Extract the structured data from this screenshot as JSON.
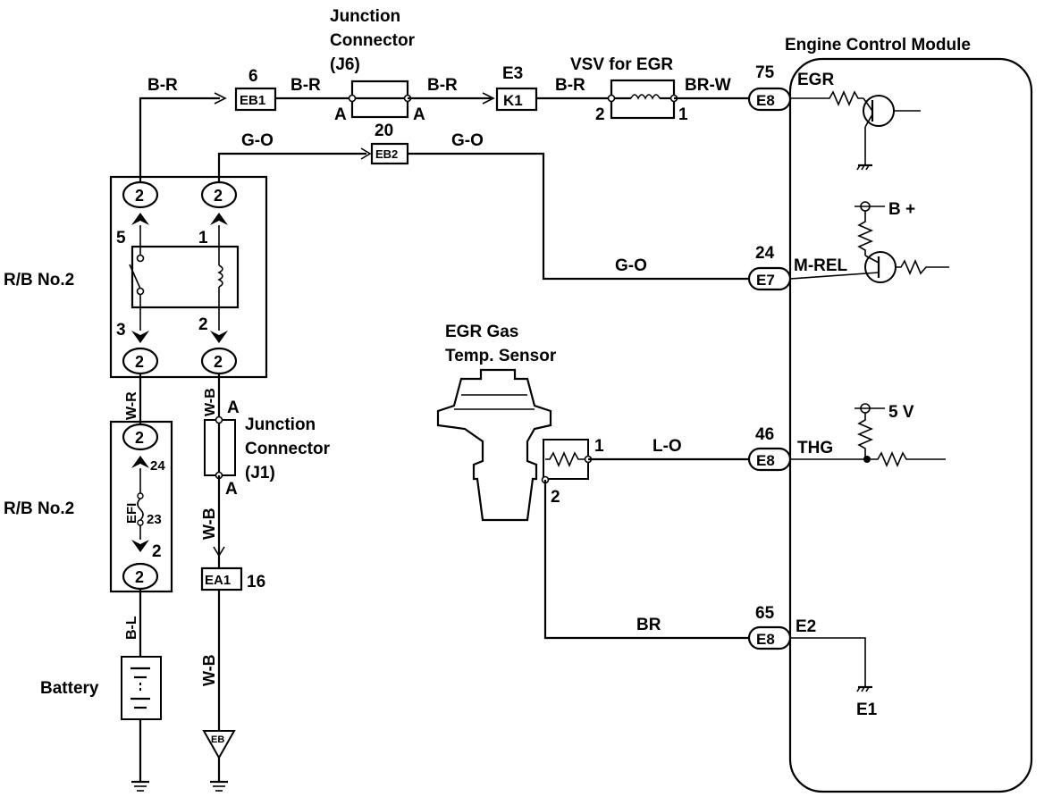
{
  "title": {
    "ecm": "Engine Control Module",
    "jc_j6": [
      "Junction",
      "Connector",
      "(J6)"
    ],
    "vsv": "VSV for EGR",
    "egr_sensor": [
      "EGR Gas",
      "Temp. Sensor"
    ],
    "jc_j1": [
      "Junction",
      "Connector",
      "(J1)"
    ]
  },
  "wires": {
    "br_1": "B-R",
    "br_2": "B-R",
    "br_3": "B-R",
    "br_4": "B-R",
    "brw": "BR-W",
    "go_1": "G-O",
    "go_2": "G-O",
    "go_3": "G-O",
    "lo": "L-O",
    "br": "BR",
    "wr": "W-R",
    "wb_1": "W-B",
    "wb_2": "W-B",
    "wb_3": "W-B",
    "bl": "B-L"
  },
  "connectors": {
    "eb1": {
      "code": "EB1",
      "pin": "6"
    },
    "eb2": {
      "code": "EB2",
      "pin": "20"
    },
    "k1": {
      "code": "K1",
      "pin": "E3"
    },
    "ea1": {
      "code": "EA1",
      "pin": "16"
    },
    "e8_egr": {
      "code": "E8",
      "pin": "75"
    },
    "e7": {
      "code": "E7",
      "pin": "24"
    },
    "e8_thg": {
      "code": "E8",
      "pin": "46"
    },
    "e8_e2": {
      "code": "E8",
      "pin": "65"
    },
    "ground_eb": "EB"
  },
  "pins": {
    "j6_a_left": "A",
    "j6_a_right": "A",
    "vsv_2": "2",
    "vsv_1": "1",
    "relay_5": "5",
    "relay_1": "1",
    "relay_3": "3",
    "relay_2": "2",
    "rb_2": "2",
    "j1_a_top": "A",
    "j1_a_bottom": "A",
    "efi_24": "24",
    "efi_23": "23",
    "efi_2": "2",
    "sensor_1": "1",
    "sensor_2": "2"
  },
  "ecm_terminals": {
    "egr": "EGR",
    "mrel": "M-REL",
    "thg": "THG",
    "e2": "E2",
    "e1": "E1",
    "bplus": "B +",
    "fivev": "5 V"
  },
  "labels": {
    "rb2_upper": "R/B No.2",
    "rb2_lower": "R/B No.2",
    "efi": "EFI",
    "battery": "Battery"
  }
}
